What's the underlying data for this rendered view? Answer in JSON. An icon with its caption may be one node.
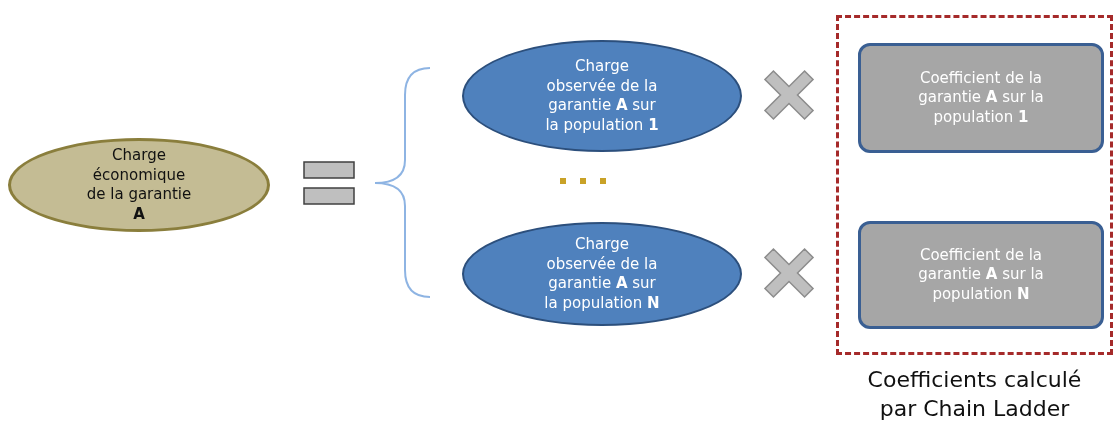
{
  "diagram": {
    "nodes": [
      {
        "text": [
          "Charge économique de la garantie **A**"
        ]
      },
      {
        "text": [
          "Charge observée de la garantie **A** sur la population **1**"
        ]
      },
      {
        "text": [
          "Charge observée de la garantie **A** sur la population **N**"
        ]
      },
      {
        "text": [
          "Coefficients calculé par Chain Ladder"
        ]
      },
      {
        "text": [
          "Coefficient de la garantie **A** sur la population **1**"
        ],
        "in": 3
      },
      {
        "text": [
          "Coefficient de la garantie **A** sur la population **N**"
        ],
        "in": 3
      }
    ]
  }
}
